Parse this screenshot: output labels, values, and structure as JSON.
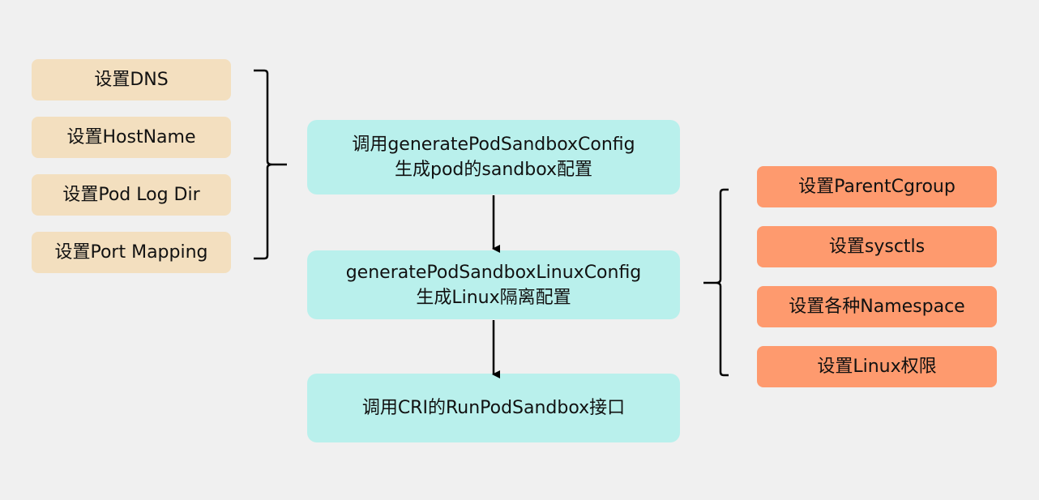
{
  "left_items": [
    {
      "label": "设置DNS"
    },
    {
      "label": "设置HostName"
    },
    {
      "label": "设置Pod Log Dir"
    },
    {
      "label": "设置Port Mapping"
    }
  ],
  "center_steps": [
    {
      "line1": "调用generatePodSandboxConfig",
      "line2": "生成pod的sandbox配置"
    },
    {
      "line1": "generatePodSandboxLinuxConfig",
      "line2": "生成Linux隔离配置"
    },
    {
      "line1": "调用CRI的RunPodSandbox接口",
      "line2": ""
    }
  ],
  "right_items": [
    {
      "label": "设置ParentCgroup"
    },
    {
      "label": "设置sysctls"
    },
    {
      "label": "设置各种Namespace"
    },
    {
      "label": "设置Linux权限"
    }
  ],
  "colors": {
    "background": "#f0f0f0",
    "left_box": "#f3dfbf",
    "center_box": "#b9f0ec",
    "right_box": "#fe9a6e",
    "line": "#000000"
  }
}
